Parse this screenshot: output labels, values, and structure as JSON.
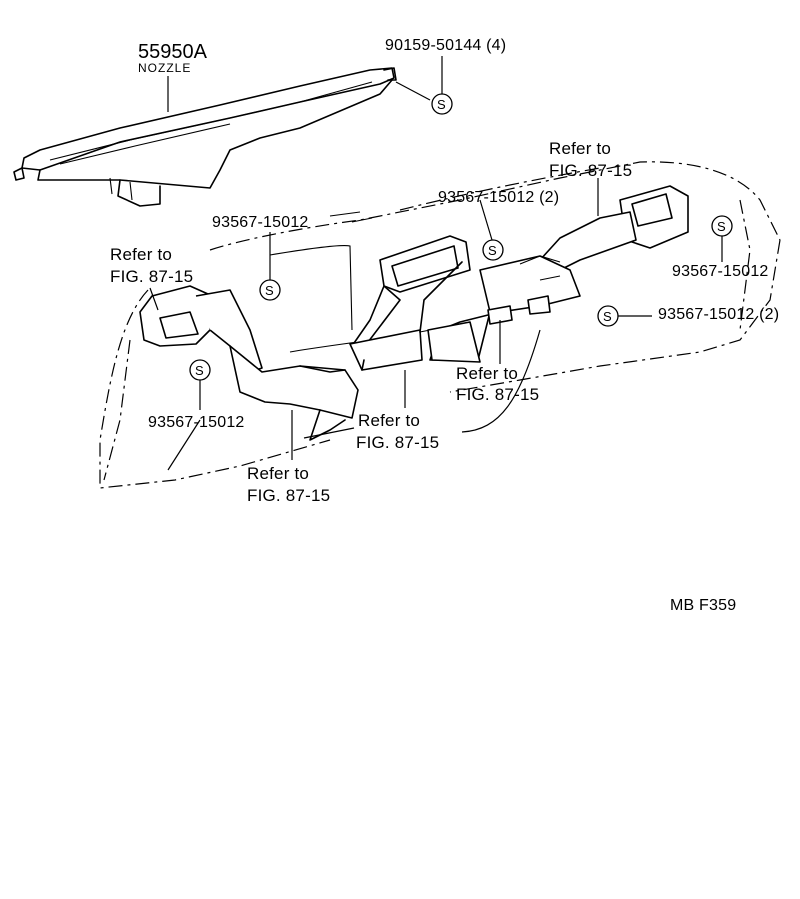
{
  "labels": {
    "nozzle_part_no": "55950A",
    "nozzle_name": "NOZZLE",
    "bolt_top": "90159-50144 (4)",
    "screw_left_upper": "93567-15012",
    "screw_center": "93567-15012 (2)",
    "screw_right": "93567-15012",
    "screw_right_lower": "93567-15012 (2)",
    "screw_left_lower": "93567-15012",
    "refer_to": "Refer to",
    "fig_ref": "FIG. 87-15",
    "diagram_code": "MB  F359"
  },
  "symbols": {
    "screw_symbol": "S"
  }
}
